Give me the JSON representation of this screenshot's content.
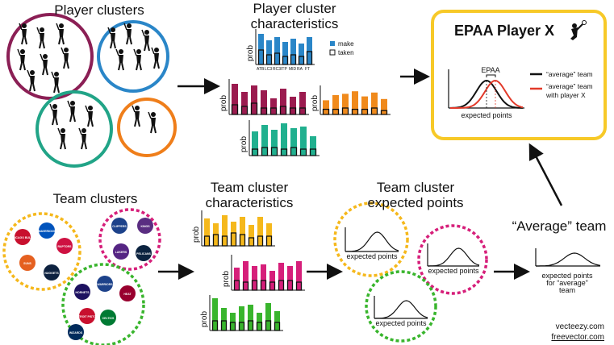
{
  "colors": {
    "player_cluster_1": "#8b1f55",
    "player_cluster_2": "#2a86c8",
    "player_cluster_3": "#21a487",
    "player_cluster_4": "#ef7e1a",
    "bar_blue": "#2a86c8",
    "bar_maroon": "#9b1b4f",
    "bar_orange": "#f08a1c",
    "bar_teal": "#21b08f",
    "team_yellow": "#f5b81c",
    "team_pink": "#d61f7a",
    "team_green": "#39b52d",
    "epaa_border": "#f7c928",
    "average_team_line": "#111111",
    "player_x_line": "#e23a2a"
  },
  "headings": {
    "player_clusters": "Player clusters",
    "player_cluster_characteristics": "Player cluster characteristics",
    "team_clusters": "Team clusters",
    "team_cluster_characteristics": "Team cluster characteristics",
    "team_cluster_expected_points": "Team cluster expected points",
    "average_team": "“Average” team",
    "epaa_player_x": "EPAA Player X"
  },
  "player_chart": {
    "ylabel": "prob",
    "categories": [
      "ATB",
      "LC3",
      "RC3",
      "ITP",
      "MID",
      "RA",
      "FT"
    ],
    "legend_make": "make",
    "legend_taken": "taken",
    "make_values": [
      0.95,
      0.75,
      0.85,
      0.7,
      0.8,
      0.65,
      0.85
    ],
    "taken_values": [
      0.45,
      0.3,
      0.35,
      0.25,
      0.3,
      0.25,
      0.4
    ]
  },
  "small_bar_charts": {
    "ylabel": "prob",
    "maroon": {
      "make": [
        0.95,
        0.7,
        0.9,
        0.75,
        0.5,
        0.8,
        0.55,
        0.7
      ],
      "taken": [
        0.3,
        0.25,
        0.35,
        0.2,
        0.2,
        0.25,
        0.2,
        0.2
      ]
    },
    "orange": {
      "make": [
        0.55,
        0.75,
        0.8,
        0.9,
        0.7,
        0.85,
        0.6
      ],
      "taken": [
        0.2,
        0.2,
        0.25,
        0.2,
        0.2,
        0.25,
        0.15
      ]
    },
    "teal": {
      "make": [
        0.75,
        0.95,
        0.8,
        1.0,
        0.85,
        0.9,
        0.6
      ],
      "taken": [
        0.2,
        0.25,
        0.25,
        0.2,
        0.25,
        0.2,
        0.2
      ]
    },
    "team_yellow": {
      "make": [
        0.85,
        0.7,
        0.95,
        0.75,
        0.9,
        0.65,
        0.9,
        0.7
      ],
      "taken": [
        0.3,
        0.35,
        0.3,
        0.4,
        0.35,
        0.25,
        0.3,
        0.3
      ]
    },
    "team_pink": {
      "make": [
        0.7,
        0.9,
        0.75,
        0.8,
        0.6,
        0.85,
        0.75,
        0.9
      ],
      "taken": [
        0.3,
        0.25,
        0.3,
        0.3,
        0.25,
        0.3,
        0.3,
        0.25
      ]
    },
    "team_green": {
      "make": [
        1.0,
        0.7,
        0.55,
        0.75,
        0.8,
        0.55,
        0.85,
        0.6
      ],
      "taken": [
        0.3,
        0.3,
        0.25,
        0.25,
        0.3,
        0.25,
        0.3,
        0.25
      ]
    }
  },
  "expected_points_label": "expected points",
  "average_team_caption": {
    "line1": "expected points",
    "line2": "for “average”",
    "line3": "team"
  },
  "epaa": {
    "title": "EPAA Player X",
    "marker_label": "EPAA",
    "legend_average": "“average” team",
    "legend_with_x_line1": "“average” team",
    "legend_with_x_line2": "with player X",
    "xlabel": "expected points"
  },
  "teams": {
    "yellow": [
      "CHICAGO BULLS",
      "MAVERICKS",
      "RAPTORS",
      "SUNS",
      "NUGGETS"
    ],
    "pink": [
      "CLIPPERS",
      "KINGS",
      "LAKERS",
      "PELICANS"
    ],
    "green": [
      "HORNETS",
      "WARRIORS",
      "HEAT",
      "DETROIT PISTONS",
      "CELTICS",
      "WIZARDS"
    ]
  },
  "credits": {
    "line1": "vecteezy.com",
    "line2": "freevector.com"
  }
}
